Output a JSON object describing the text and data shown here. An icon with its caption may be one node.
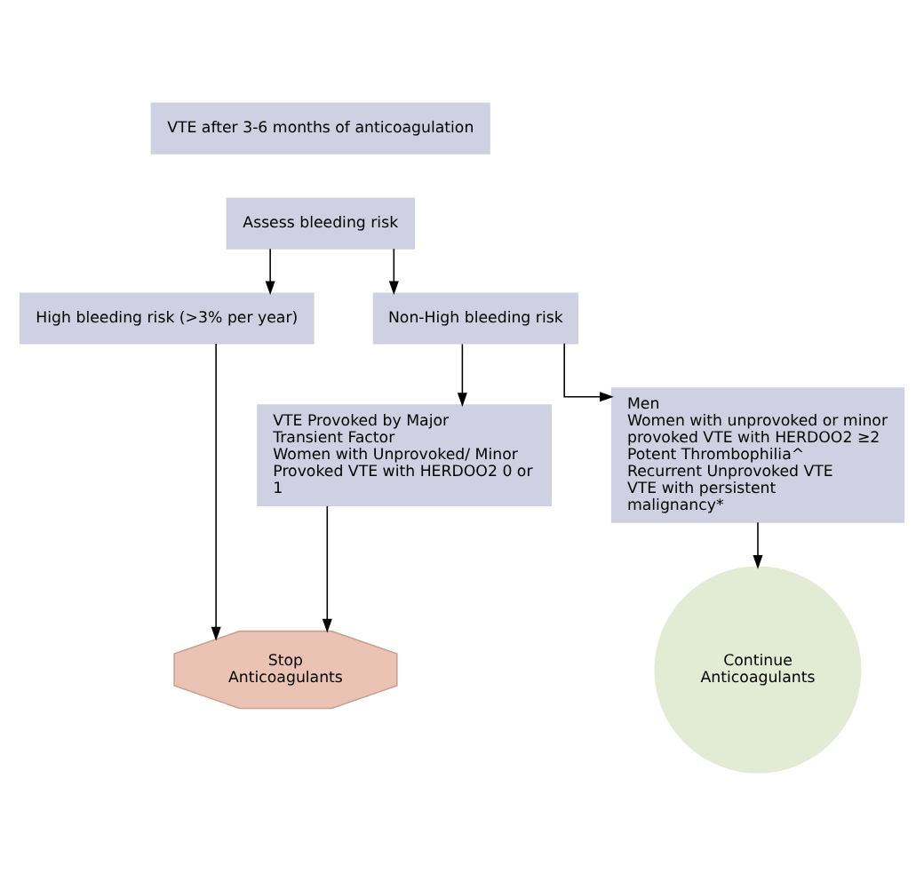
{
  "diagram": {
    "nodes": [
      {
        "text": [
          "VTE after 3-6 months of anticoagulation"
        ]
      },
      {
        "text": [
          "Assess bleeding risk"
        ]
      },
      {
        "text": [
          "High bleeding risk (>3% per year)"
        ]
      },
      {
        "text": [
          "Non-High bleeding risk"
        ]
      },
      {
        "text": [
          "VTE Provoked by Major Transient Factor",
          "Women with Unprovoked/ Minor Provoked VTE with HERDOO2 0 or 1"
        ]
      },
      {
        "text": [
          "Men",
          "Women with unprovoked or minor provoked VTE with HERDOO2 ≥2",
          "Potent Thrombophilia^",
          "Recurrent Unprovoked VTE",
          "VTE with persistent malignancy*"
        ]
      },
      {
        "text": [
          "Stop Anticoagulants"
        ]
      },
      {
        "text": [
          "Continue Anticoagulants"
        ]
      }
    ],
    "edges": [
      {
        "from": 1,
        "to": 2,
        "arrow": "to"
      },
      {
        "from": 1,
        "to": 3,
        "arrow": "to"
      },
      {
        "from": 2,
        "to": 6,
        "arrow": "to"
      },
      {
        "from": 3,
        "to": 4,
        "arrow": "to"
      },
      {
        "from": 3,
        "to": 5,
        "arrow": "to"
      },
      {
        "from": 4,
        "to": 6,
        "arrow": "to"
      },
      {
        "from": 5,
        "to": 7,
        "arrow": "to"
      }
    ]
  }
}
